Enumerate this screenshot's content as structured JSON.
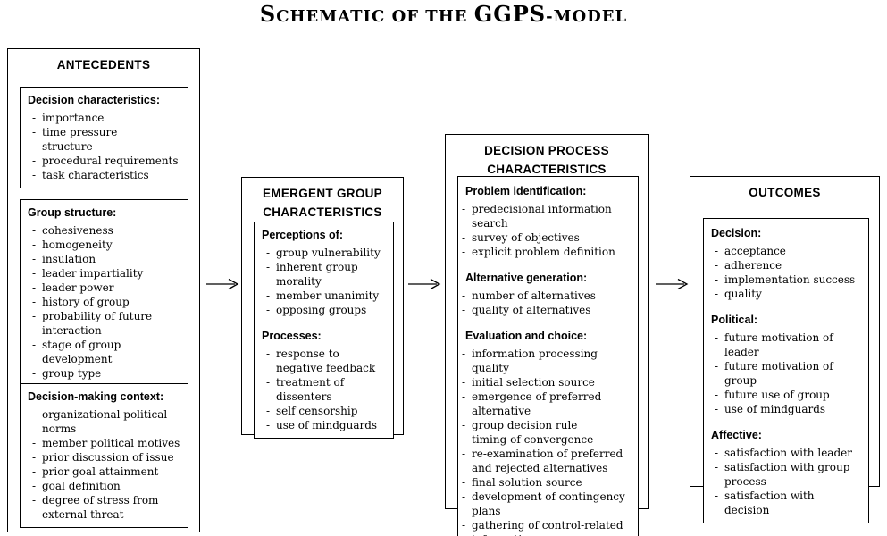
{
  "title": {
    "word1_initial": "S",
    "word1_rest": "CHEMATIC",
    "connector": " OF THE ",
    "acronym": "GGPS",
    "suffix": "-MODEL"
  },
  "antecedents": {
    "title": "ANTECEDENTS",
    "decision_characteristics": {
      "heading": "Decision characteristics:",
      "items": [
        "importance",
        "time pressure",
        "structure",
        "procedural requirements",
        "task characteristics"
      ]
    },
    "group_structure": {
      "heading": "Group structure:",
      "items": [
        "cohesiveness",
        "homogeneity",
        "insulation",
        "leader impartiality",
        "leader power",
        "history of group",
        "probability of future interaction",
        "stage of group development",
        "group type"
      ]
    },
    "decision_making_context": {
      "heading": "Decision-making context:",
      "items": [
        "organizational political norms",
        "member political motives",
        "prior discussion of issue",
        "prior goal attainment",
        "goal definition",
        "degree of stress from external threat"
      ]
    }
  },
  "emergent_group": {
    "title_line1": "EMERGENT GROUP",
    "title_line2": "CHARACTERISTICS",
    "perceptions": {
      "heading": "Perceptions of:",
      "items": [
        "group vulnerability",
        "inherent group morality",
        "member unanimity",
        "opposing groups"
      ]
    },
    "processes": {
      "heading": "Processes:",
      "items": [
        "response to negative feedback",
        "treatment of dissenters",
        "self censorship",
        "use of mindguards"
      ]
    }
  },
  "decision_process": {
    "title_line1": "DECISION PROCESS",
    "title_line2": "CHARACTERISTICS",
    "problem_identification": {
      "heading": "Problem identification:",
      "items": [
        "predecisional information search",
        "survey of objectives",
        "explicit problem definition"
      ]
    },
    "alternative_generation": {
      "heading": "Alternative generation:",
      "items": [
        "number of alternatives",
        "quality of alternatives"
      ]
    },
    "evaluation_and_choice": {
      "heading": "Evaluation and choice:",
      "items": [
        "information processing quality",
        "initial selection source",
        "emergence of preferred alternative",
        "group decision rule",
        "timing of convergence",
        "re-examination of preferred and rejected alternatives",
        "final solution source",
        "development of contingency plans",
        "gathering of control-related information"
      ]
    }
  },
  "outcomes": {
    "title": "OUTCOMES",
    "decision": {
      "heading": "Decision:",
      "items": [
        "acceptance",
        "adherence",
        "implementation success",
        "quality"
      ]
    },
    "political": {
      "heading": "Political:",
      "items": [
        "future motivation of leader",
        "future motivation of group",
        "future use of group",
        "use of mindguards"
      ]
    },
    "affective": {
      "heading": "Affective:",
      "items": [
        "satisfaction with leader",
        "satisfaction with group process",
        "satisfaction with decision"
      ]
    }
  },
  "colors": {
    "ink": "#000000",
    "background": "#ffffff"
  }
}
